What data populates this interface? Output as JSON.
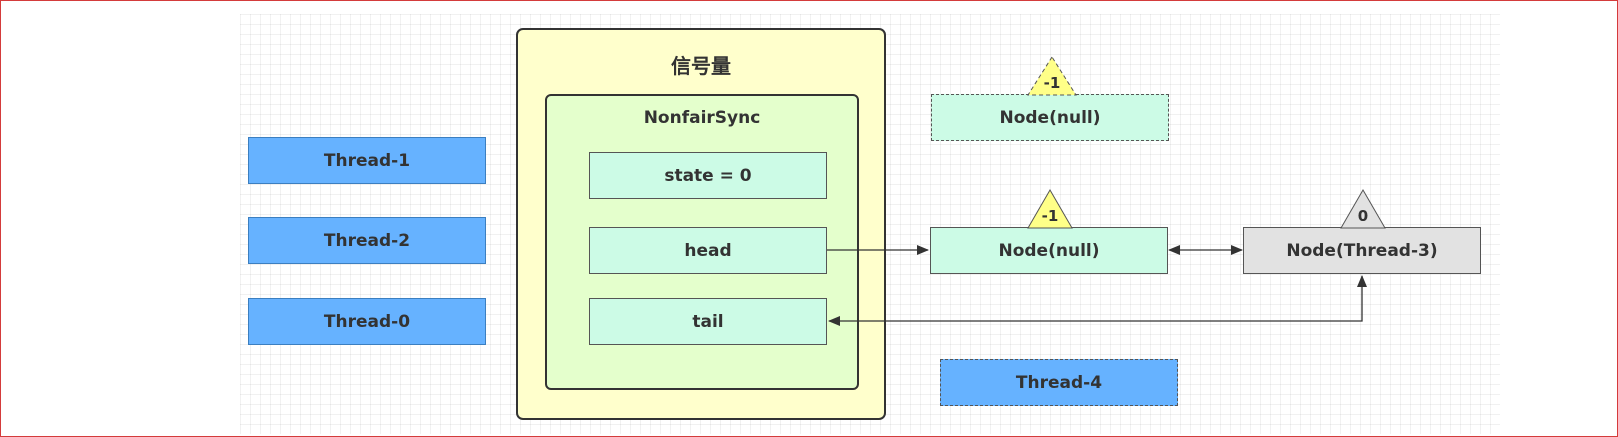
{
  "semaphore": {
    "title": "信号量",
    "sync": {
      "title": "NonfairSync",
      "fields": {
        "state": "state = 0",
        "head": "head",
        "tail": "tail"
      }
    }
  },
  "threads": {
    "t1": "Thread-1",
    "t2": "Thread-2",
    "t0": "Thread-0",
    "t4": "Thread-4"
  },
  "nodes": {
    "floating": {
      "label": "Node(null)",
      "wait_status": "-1"
    },
    "head": {
      "label": "Node(null)",
      "wait_status": "-1"
    },
    "tail": {
      "label": "Node(Thread-3)",
      "wait_status": "0"
    }
  },
  "colors": {
    "thread": "#66b2ff",
    "node": "#ccfbe6",
    "semaphore": "#ffffcc",
    "sync": "#e4ffcc",
    "warning_triangle": "#ffff88",
    "neutral_triangle": "#e2e2e2"
  }
}
